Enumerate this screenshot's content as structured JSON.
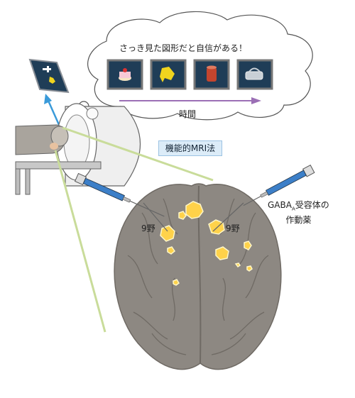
{
  "thought": {
    "text": "さっき見た図形だと自信がある！"
  },
  "time_axis": {
    "label": "時間"
  },
  "method": {
    "label": "機能的MRI法"
  },
  "areas": {
    "left": "9野",
    "right": "9野"
  },
  "drug": {
    "main": "GABA",
    "sub": "A",
    "rest": "受容体の",
    "line2": "作動薬"
  },
  "stimuli": [
    {
      "icon": "cake-icon"
    },
    {
      "icon": "yellow-shape-icon"
    },
    {
      "icon": "red-cylinder-icon"
    },
    {
      "icon": "lunchbox-icon"
    }
  ],
  "colors": {
    "panel": "#1f3d57",
    "arrow_time": "#9b6fb5",
    "arrow_view": "#3a9ad9",
    "brain": "#8d8882",
    "activation": "#ffd24a",
    "syringe": "#3c7fc8",
    "beam": "#c9dc9a"
  }
}
